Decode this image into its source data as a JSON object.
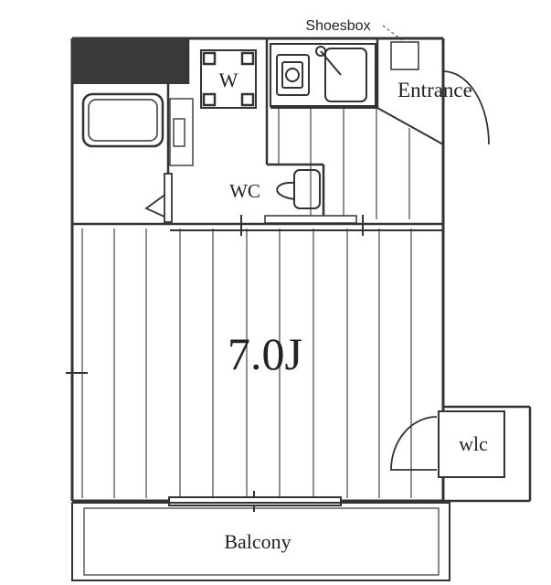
{
  "floorplan": {
    "labels": {
      "shoesbox": "Shoesbox",
      "entrance": "Entrance",
      "washer": "W",
      "wc": "WC",
      "room_size": "7.0J",
      "wlc": "wlc",
      "balcony": "Balcony"
    },
    "colors": {
      "wall": "#333333",
      "line": "#444444",
      "floor_stripe": "#555555",
      "dark_block": "#3a3a3a"
    },
    "icons": [
      "washer-icon",
      "toilet-icon",
      "bathtub-icon",
      "sink-icon",
      "stove-icon",
      "door-swing-icon"
    ]
  }
}
